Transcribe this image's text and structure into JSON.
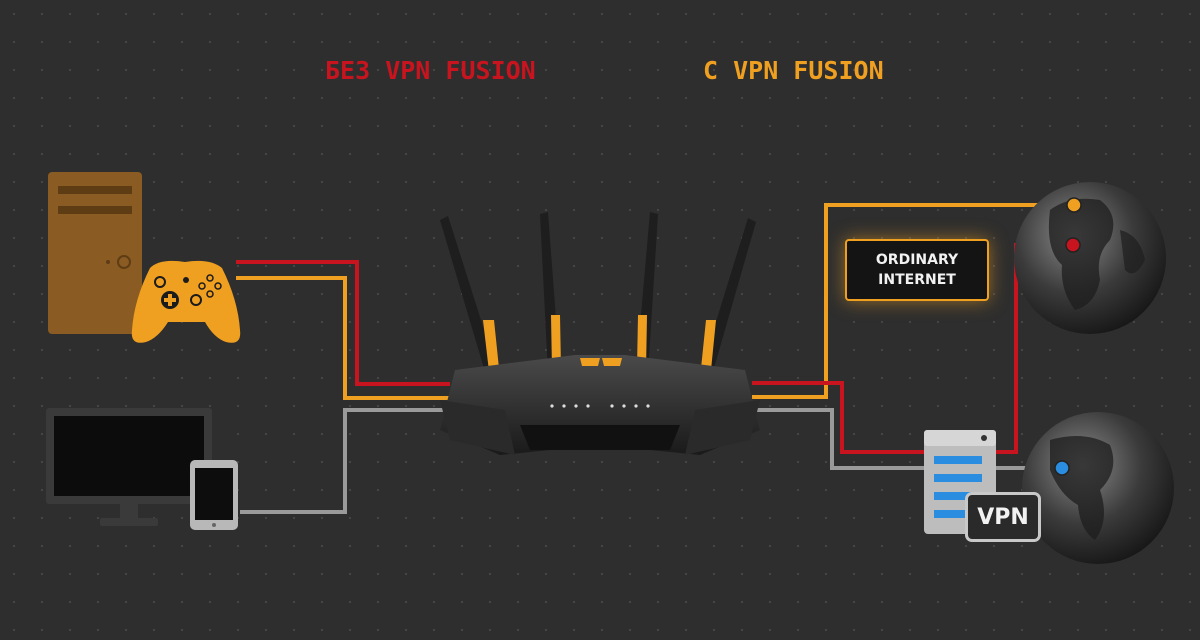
{
  "headings": {
    "without_vpn": "БЕЗ VPN FUSION",
    "with_vpn": "С VPN FUSION"
  },
  "labels": {
    "ordinary_internet_line1": "ORDINARY",
    "ordinary_internet_line2": "INTERNET",
    "vpn": "VPN"
  },
  "colors": {
    "background": "#2e2e2e",
    "without_vpn_red": "#c8141e",
    "with_vpn_orange": "#f0a020",
    "gray_link": "#9a9a9a",
    "vpn_blue": "#2a8de0"
  },
  "icons": [
    "desktop-tower-icon",
    "gamepad-icon",
    "monitor-icon",
    "tablet-icon",
    "router-icon",
    "vpn-server-icon",
    "globe-icon"
  ]
}
